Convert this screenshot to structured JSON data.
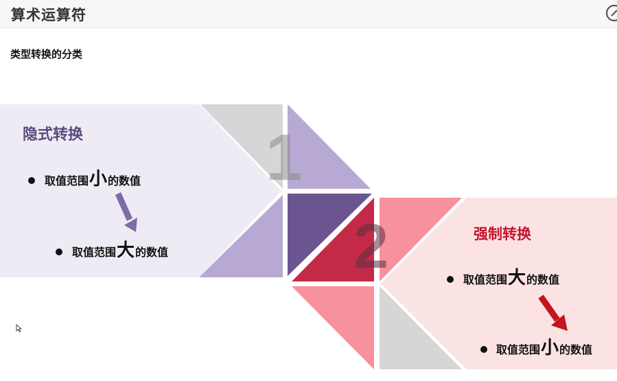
{
  "header": {
    "title": "算术运算符",
    "corner_icon": "compass-icon"
  },
  "section": {
    "subtitle": "类型转换的分类"
  },
  "diagram": {
    "step1": {
      "number": "1",
      "heading": "隐式转换",
      "item1": {
        "pre": "取值范围",
        "big": "小",
        "post": "的数值"
      },
      "item2": {
        "pre": "取值范围",
        "big": "大",
        "post": "的数值"
      },
      "arrow_color": "#7d6aa8"
    },
    "step2": {
      "number": "2",
      "heading": "强制转换",
      "item1": {
        "pre": "取值范围",
        "big": "大",
        "post": "的数值"
      },
      "item2": {
        "pre": "取值范围",
        "big": "小",
        "post": "的数值"
      },
      "arrow_color": "#c4141c"
    },
    "colors": {
      "purple_light": "#b7a9d3",
      "purple_dark": "#6b5590",
      "purple_bg": "#eeebf4",
      "red": "#c42a48",
      "pink": "#f7919b",
      "pink_bg": "#fbe3e4",
      "gray": "#d6d6d6"
    }
  }
}
